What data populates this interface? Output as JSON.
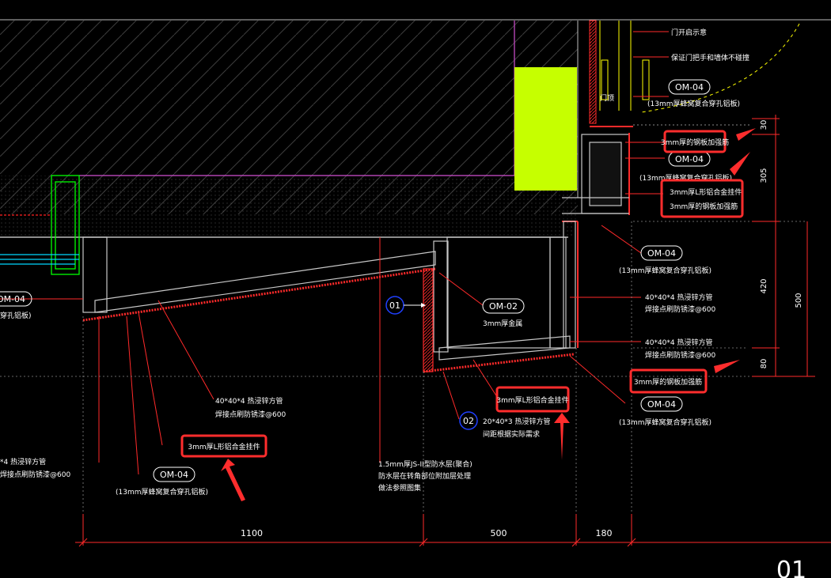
{
  "colors": {
    "background": "#000000",
    "outline": "#c8c8c8",
    "hatch": "#4a4a4a",
    "magenta": "#d14fd1",
    "lime": "#c6ff00",
    "green": "#00ff00",
    "cyan": "#00d8ff",
    "red": "#ff2222",
    "dim": "#ff2a2a",
    "text": "#ffffff",
    "yellow": "#ffff00",
    "callout_red": "#ff2d2d",
    "orange": "#ff6600",
    "blue": "#2040ff"
  },
  "tags": {
    "om04_left": "OM-04",
    "om04_top": "OM-04",
    "om04_mid": "OM-04",
    "om04_right": "OM-04",
    "om04_right2": "OM-04",
    "om04_bottom": "OM-04",
    "om02": "OM-02"
  },
  "labels": {
    "door_lock": "门开启示意",
    "ensure_gap": "保证门把手和墙体不碰撞",
    "om04_top_desc": "(13mm厚蜂窝复合穿孔铝板)",
    "om04_mid_desc": "(13mm厚蜂窝复合穿孔铝板)",
    "om04_right_desc": "(13mm厚蜂窝复合穿孔铝板)",
    "om04_right2_desc": "(13mm厚蜂窝复合穿孔铝板)",
    "om04_bottom_desc": "(13mm厚蜂窝复合穿孔铝板)",
    "om04_left_desc": "穿孔铝板)",
    "om02_desc": "3mm厚金属",
    "steel_tube_1a": "40*40*4 热浸锌方管",
    "steel_tube_1b": "焊接点刷防锈漆@600",
    "steel_tube_2a": "40*40*4 热浸锌方管",
    "steel_tube_2b": "焊接点刷防锈漆@600",
    "steel_tube_3a": "40*40*4 热浸锌方管",
    "steel_tube_3b": "焊接点刷防锈漆@600",
    "steel_tube_left_a": "*4 热浸锌方管",
    "steel_tube_left_b": "焊接点刷防锈漆@600",
    "tube_20": "20*40*3 热浸锌方管",
    "tube_20b": "间距根据实际需求",
    "waterproof_a": "1.5mm厚JS-II型防水层(聚合)",
    "waterproof_b": "防水层在转角部位附加层处理",
    "waterproof_c": "做法参照图集",
    "door_label": "门顶"
  },
  "callouts": {
    "c1": "3mm厚的钢板加强筋",
    "c2a": "3mm厚L形铝合金挂件",
    "c2b": "3mm厚的钢板加强筋",
    "c3": "3mm厚的钢板加强筋",
    "c4": "3mm厚L形铝合金挂件",
    "c5": "3mm厚L形铝合金挂件"
  },
  "markers": {
    "m01": "01",
    "m02": "02"
  },
  "dimensions": {
    "d1100": "1100",
    "d500h": "500",
    "d180": "180",
    "d30": "30",
    "d305": "305",
    "d420": "420",
    "d80": "80",
    "d500v": "500"
  },
  "corner_label": "01"
}
